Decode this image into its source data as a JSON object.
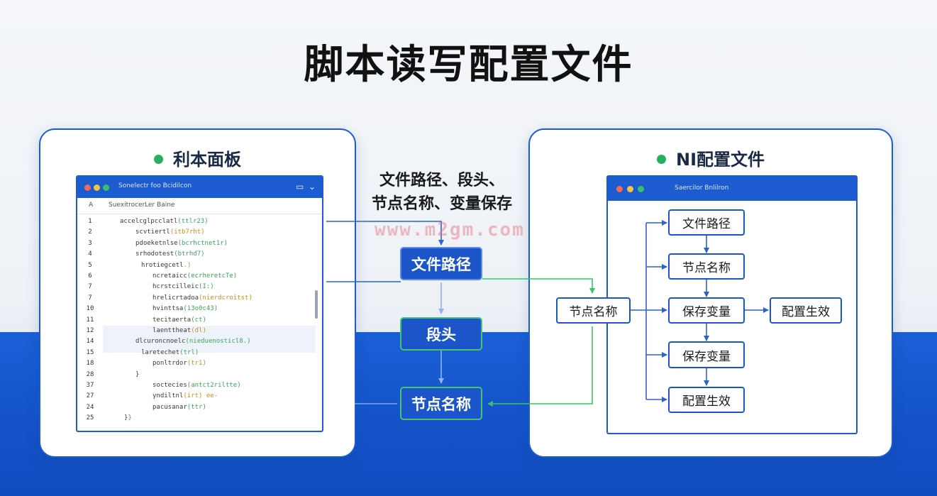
{
  "title": "脚本读写配置文件",
  "left_panel": {
    "heading": "利本面板",
    "window": {
      "title": "Sonelectr foo Bcidilcon",
      "tabs": [
        "A",
        "Suexitrocer",
        "Ler",
        "Baine"
      ],
      "lines": [
        {
          "n": "1",
          "indent": 60,
          "code": "accelcglpcclatl",
          "arg": "(ttlr23)"
        },
        {
          "n": "2",
          "indent": 82,
          "code": "scvtiertl",
          "arg": "(itb7rht)"
        },
        {
          "n": "3",
          "indent": 82,
          "code": "pdoeketnlse",
          "arg": "(bcrhctnet1r)"
        },
        {
          "n": "4",
          "indent": 82,
          "code": "srhodotest",
          "arg": "(btrhd7)"
        },
        {
          "n": "5",
          "indent": 90,
          "code": "hrotiegcetl",
          "arg": ".)"
        },
        {
          "n": "6",
          "indent": 106,
          "code": "ncretaicc",
          "arg": "(ecrheretcTe)"
        },
        {
          "n": "7",
          "indent": 106,
          "code": "hcrstcilleic",
          "arg": "(I:)"
        },
        {
          "n": "7",
          "indent": 106,
          "code": "hrelicrtadoa",
          "arg": "(nierdcroitst)"
        },
        {
          "n": "10",
          "indent": 106,
          "code": "hvinttsa",
          "arg": "(13o0c43)"
        },
        {
          "n": "11",
          "indent": 106,
          "code": "tecitaerta",
          "arg": "(ct)"
        },
        {
          "n": "12",
          "indent": 106,
          "code": "laenttheat",
          "arg": "(dl)"
        },
        {
          "n": "14",
          "indent": 82,
          "code": "dlcuroncnoelc",
          "arg": "(nieduenosticl8.)"
        },
        {
          "n": "15",
          "indent": 90,
          "code": "laretechet",
          "arg": "(trl)"
        },
        {
          "n": "18",
          "indent": 106,
          "code": "ponltrdor",
          "arg": "(tr1)"
        },
        {
          "n": "28",
          "indent": 82,
          "code": "}",
          "arg": ""
        },
        {
          "n": "37",
          "indent": 106,
          "code": "soctecies",
          "arg": "(antct2riltte)"
        },
        {
          "n": "27",
          "indent": 106,
          "code": "yndiltnl",
          "arg": "(irt) ee-"
        },
        {
          "n": "24",
          "indent": 106,
          "code": "pacusanar",
          "arg": "(ttr)"
        },
        {
          "n": "25",
          "indent": 66,
          "code": "}",
          "arg": "}"
        }
      ]
    }
  },
  "right_panel": {
    "heading": "NI配置文件",
    "window": {
      "title": "Saercilor Bnlilron"
    },
    "entry_node": "节点名称",
    "flow_nodes": [
      "文件路径",
      "节点名称",
      "保存变量",
      "保存变量",
      "配置生效"
    ],
    "side_node": "配置生效"
  },
  "middle": {
    "label_line1": "文件路径、段头、",
    "label_line2": "节点名称、变量保存",
    "watermark": "www.m2gm.com",
    "nodes": [
      "文件路径",
      "段头",
      "节点名称"
    ]
  },
  "colors": {
    "primary_blue": "#1c55c9",
    "arrow_blue": "#2b62d0",
    "arrow_green": "#3fc06a",
    "window_dot_red": "#f06a5a",
    "window_dot_yellow": "#f5c344",
    "window_dot_green": "#36c16b"
  }
}
